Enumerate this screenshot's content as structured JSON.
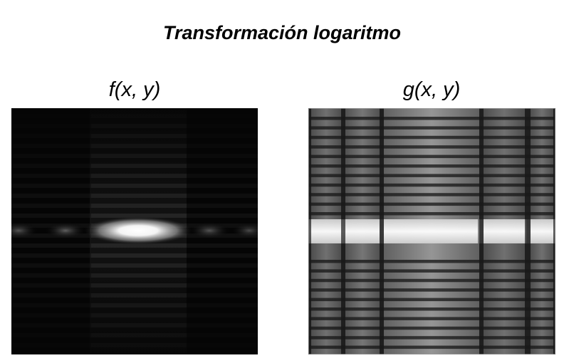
{
  "figure": {
    "title": "Transformación logaritmo"
  },
  "panels": [
    {
      "label": "f(x, y)",
      "image": "Fourier spectrum magnitude, linear scale"
    },
    {
      "label": "g(x, y)",
      "image": "Fourier spectrum after logarithm transformation"
    }
  ]
}
